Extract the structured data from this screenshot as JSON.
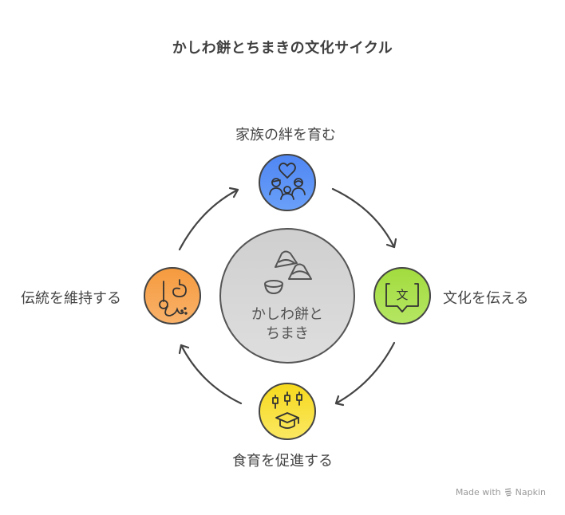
{
  "title": "かしわ餅とちまきの文化サイクル",
  "center": {
    "line1": "かしわ餅と",
    "line2": "ちまき",
    "icon": "kashiwa-mochi-chimaki-icon",
    "color": "#d6d6d6"
  },
  "nodes": [
    {
      "label": "家族の絆を育む",
      "icon": "family-heart-icon",
      "color": "#5b8ff5"
    },
    {
      "label": "文化を伝える",
      "icon": "book-text-icon",
      "color": "#a9e04a"
    },
    {
      "label": "食育を促進する",
      "icon": "graduation-cap-icon",
      "color": "#f8df2c"
    },
    {
      "label": "伝統を維持する",
      "icon": "craft-thread-icon",
      "color": "#f7a04c"
    }
  ],
  "footer": {
    "made_with": "Made with",
    "brand": "Napkin"
  }
}
